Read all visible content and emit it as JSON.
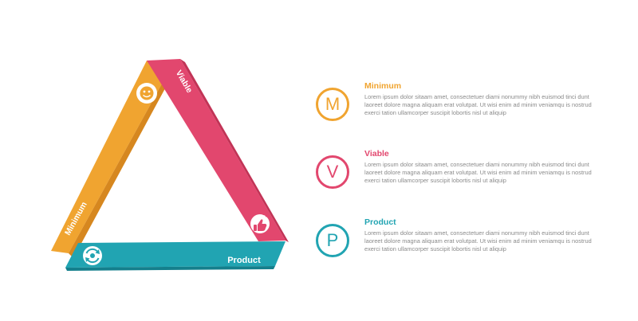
{
  "colors": {
    "minimum": "#f0a430",
    "minimum_shade": "#d6871f",
    "viable": "#e2476e",
    "viable_shade": "#c23356",
    "product": "#21a4b2",
    "product_shade": "#147f8c",
    "text": "#8a8a8a"
  },
  "triangle": {
    "minimum_label": "Minimum",
    "viable_label": "Viable",
    "product_label": "Product",
    "icons": {
      "minimum": "face-badge-icon",
      "viable": "thumbs-up-icon",
      "product": "refresh-cycle-icon"
    }
  },
  "items": [
    {
      "letter": "M",
      "title": "Minimum",
      "text": "Lorem ipsum dolor sitaam amet, consectetuer diami nonummy  nibh euismod tinci dunt laoreet dolore magna aliquam erat volutpat. Ut wisi enim ad minim veniamqu is nostrud exerci tation ullamcorper suscipit lobortis nisl ut aliquip"
    },
    {
      "letter": "V",
      "title": "Viable",
      "text": "Lorem ipsum dolor sitaam amet, consectetuer diami nonummy  nibh euismod tinci dunt laoreet dolore magna aliquam erat volutpat. Ut wisi enim ad minim veniamqu is nostrud exerci tation ullamcorper suscipit lobortis nisl ut aliquip"
    },
    {
      "letter": "P",
      "title": "Product",
      "text": "Lorem ipsum dolor sitaam amet, consectetuer diami nonummy  nibh euismod tinci dunt laoreet dolore magna aliquam erat volutpat. Ut wisi enim ad minim veniamqu is nostrud exerci tation ullamcorper suscipit lobortis nisl ut aliquip"
    }
  ]
}
